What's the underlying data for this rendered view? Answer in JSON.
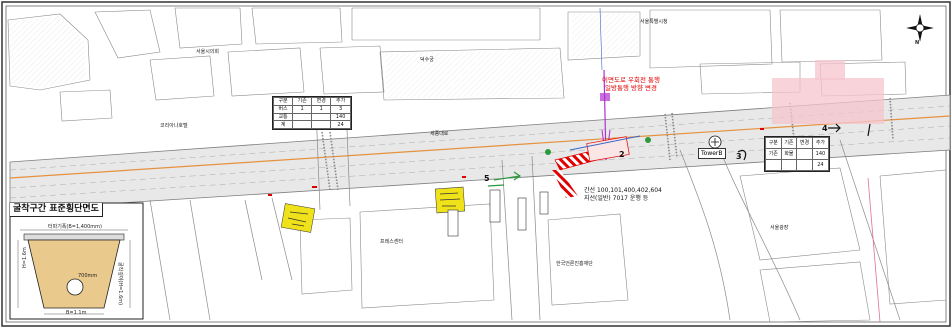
{
  "map": {
    "compass_label": "N",
    "traffic_note": [
      "이면도로 우회전 통행",
      "일방통행 방향 변경"
    ],
    "work_note": [
      "간선 100,101,400,402,604",
      "지선(일반) 7017 운행 등"
    ],
    "direction_labels": [
      "2",
      "3",
      "4",
      "5"
    ],
    "tower_label": "TowerB",
    "sign_table_headers": [
      "구분",
      "기존",
      "변경",
      "추가"
    ],
    "sign_table_left": [
      [
        "버스",
        "1",
        "1",
        "3"
      ],
      [
        "교통",
        "",
        "",
        "140"
      ],
      [
        "계",
        "",
        "",
        "24"
      ]
    ],
    "sign_table_right": [
      [
        "기존",
        "화물",
        "",
        "140"
      ],
      [
        "",
        "",
        "",
        "24"
      ]
    ],
    "street_labels": [
      "코리아나호텔",
      "서울시의회",
      "덕수궁",
      "서울특별시청",
      "프레스센터",
      "한국언론진흥재단",
      "세종대로",
      "서울광장"
    ]
  },
  "section_panel": {
    "title": "굴착구간 표준횡단면도",
    "top_width": "터파기폭(B=1,400mm)",
    "pipe": "700mm",
    "depth": "굴착깊이(H=1.6m)",
    "left_depth": "H=1.6m",
    "bottom": "B=1.1m"
  },
  "colors": {
    "road_gray": "#cfcfcf",
    "block_outline": "#7d7d7d",
    "boundary_blue": "#3a66c8",
    "boundary_pink": "#e070a0",
    "work_red": "#e00000",
    "warning_yellow": "#f0e21a",
    "orange_line": "#e59240",
    "purple": "#b030d0",
    "pink_fill": "#f5c6cd",
    "sand": "#e9c98c",
    "green": "#2a9a3a"
  }
}
